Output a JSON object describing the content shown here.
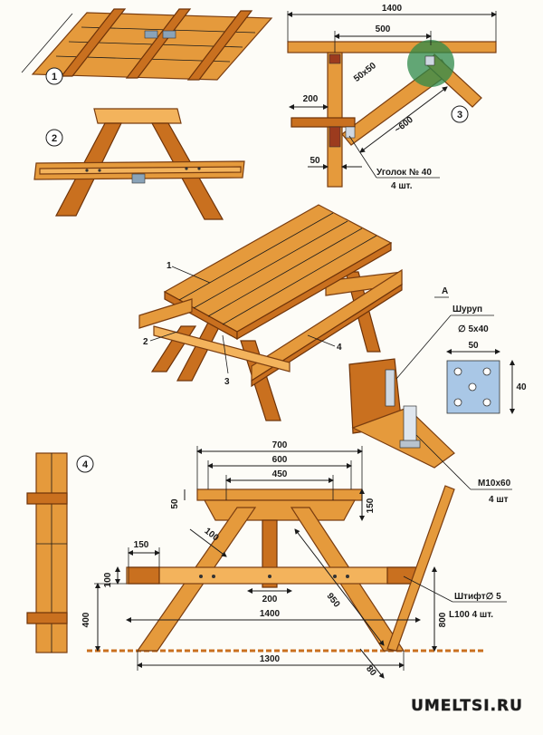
{
  "callouts": {
    "view1": "1",
    "view2": "2",
    "view3": "3",
    "view4": "4"
  },
  "detail3": {
    "dim_1400": "1400",
    "dim_500": "500",
    "dim_50x50": "50x50",
    "dim_200": "200",
    "dim_600": "~600",
    "dim_50": "50",
    "angle_label": "Уголок № 40",
    "angle_qty": "4 шт."
  },
  "main_view": {
    "part1": "1",
    "part2": "2",
    "part3": "3",
    "part4": "4"
  },
  "detailA": {
    "title": "A",
    "screw_label": "Шуруп",
    "screw_size": "∅ 5x40",
    "plate_w": "50",
    "plate_h": "40",
    "bolt_label": "M10x60",
    "bolt_qty": "4 шт"
  },
  "side_view": {
    "dim_700": "700",
    "dim_600": "600",
    "dim_450": "450",
    "dim_50": "50",
    "dim_150_top": "150",
    "dim_100_diag": "100",
    "dim_150_left": "150",
    "dim_100_left": "100",
    "dim_400": "400",
    "dim_200": "200",
    "dim_1400": "1400",
    "dim_950": "950",
    "dim_800": "800",
    "dim_1300": "1300",
    "dim_80": "80",
    "pin_label": "Штифт∅ 5",
    "pin_qty": "L100  4 шт."
  },
  "watermark": "UMELTSI.RU",
  "colors": {
    "wood": "#e59a3c",
    "wood_dark": "#c9701f",
    "metal": "#a9c7e6",
    "highlight": "#2e8a4a"
  }
}
